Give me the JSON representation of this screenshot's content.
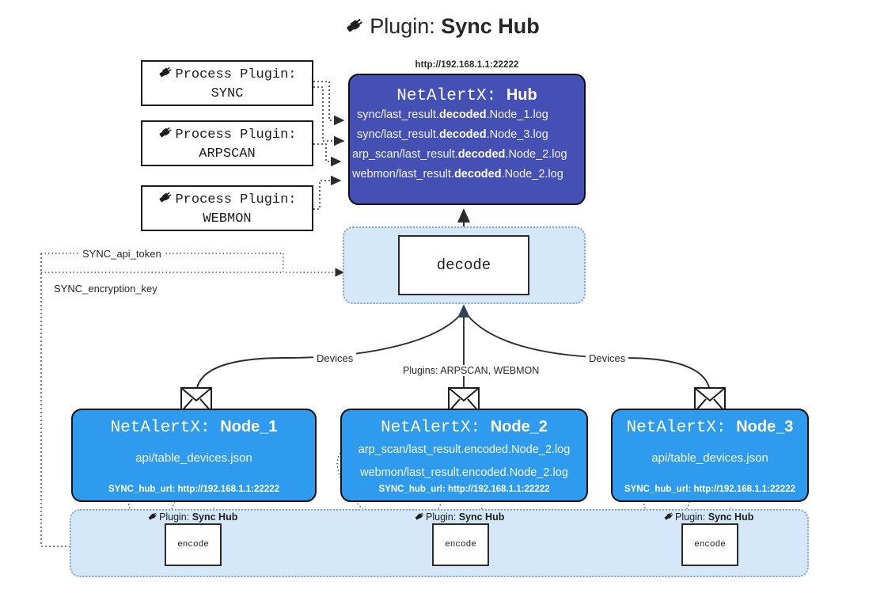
{
  "title": {
    "icon": "plug-icon",
    "prefix": "Plugin: ",
    "name": "Sync Hub"
  },
  "process_plugins": [
    {
      "icon": "plug-icon",
      "line1": "Process Plugin:",
      "line2": "SYNC"
    },
    {
      "icon": "plug-icon",
      "line1": "Process Plugin:",
      "line2": "ARPSCAN"
    },
    {
      "icon": "plug-icon",
      "line1": "Process Plugin:",
      "line2": "WEBMON"
    }
  ],
  "hub": {
    "url": "http://192.168.1.1:22222",
    "title_prefix": "NetAlertX: ",
    "title_name": "Hub",
    "logs": [
      {
        "pre": "sync/last_result.",
        "strong": "decoded",
        "post": ".Node_1.log"
      },
      {
        "pre": "sync/last_result.",
        "strong": "decoded",
        "post": ".Node_3.log"
      },
      {
        "pre": "arp_scan/last_result.",
        "strong": "decoded",
        "post": ".Node_2.log"
      },
      {
        "pre": "webmon/last_result.",
        "strong": "decoded",
        "post": ".Node_2.log"
      }
    ]
  },
  "decode": {
    "label": "decode"
  },
  "secrets": [
    {
      "label": "SYNC_api_token"
    },
    {
      "label": "SYNC_encryption_key"
    }
  ],
  "edge_labels": {
    "left_devices": "Devices",
    "right_devices": "Devices",
    "center_plugins": "Plugins: ARPSCAN, WEBMON"
  },
  "nodes": [
    {
      "id": "node1",
      "title_prefix": "NetAlertX: ",
      "title_name": "Node_1",
      "lines": [
        "api/table_devices.json"
      ],
      "footer": "SYNC_hub_url: http://192.168.1.1:22222",
      "icon": "envelope-icon"
    },
    {
      "id": "node2",
      "title_prefix": "NetAlertX: ",
      "title_name": "Node_2",
      "lines": [
        "arp_scan/last_result.encoded.Node_2.log",
        "webmon/last_result.encoded.Node_2.log"
      ],
      "footer": "SYNC_hub_url: http://192.168.1.1:22222",
      "icon": "envelope-icon"
    },
    {
      "id": "node3",
      "title_prefix": "NetAlertX: ",
      "title_name": "Node_3",
      "lines": [
        "api/table_devices.json"
      ],
      "footer": "SYNC_hub_url: http://192.168.1.1:22222",
      "icon": "envelope-icon"
    }
  ],
  "encoders": [
    {
      "tag_icon": "plug-icon",
      "tag_prefix": "Plugin: ",
      "tag_name": "Sync Hub",
      "label": "encode"
    },
    {
      "tag_icon": "plug-icon",
      "tag_prefix": "Plugin: ",
      "tag_name": "Sync Hub",
      "label": "encode"
    },
    {
      "tag_icon": "plug-icon",
      "tag_prefix": "Plugin: ",
      "tag_name": "Sync Hub",
      "label": "encode"
    }
  ],
  "colors": {
    "hub_fill": "#4550b5",
    "node_fill": "#2f9bee",
    "container_fill": "#d4e8fa",
    "container_border": "#8aa7bd",
    "stroke": "#2c2c2c",
    "page_bg": "#ffffff"
  }
}
